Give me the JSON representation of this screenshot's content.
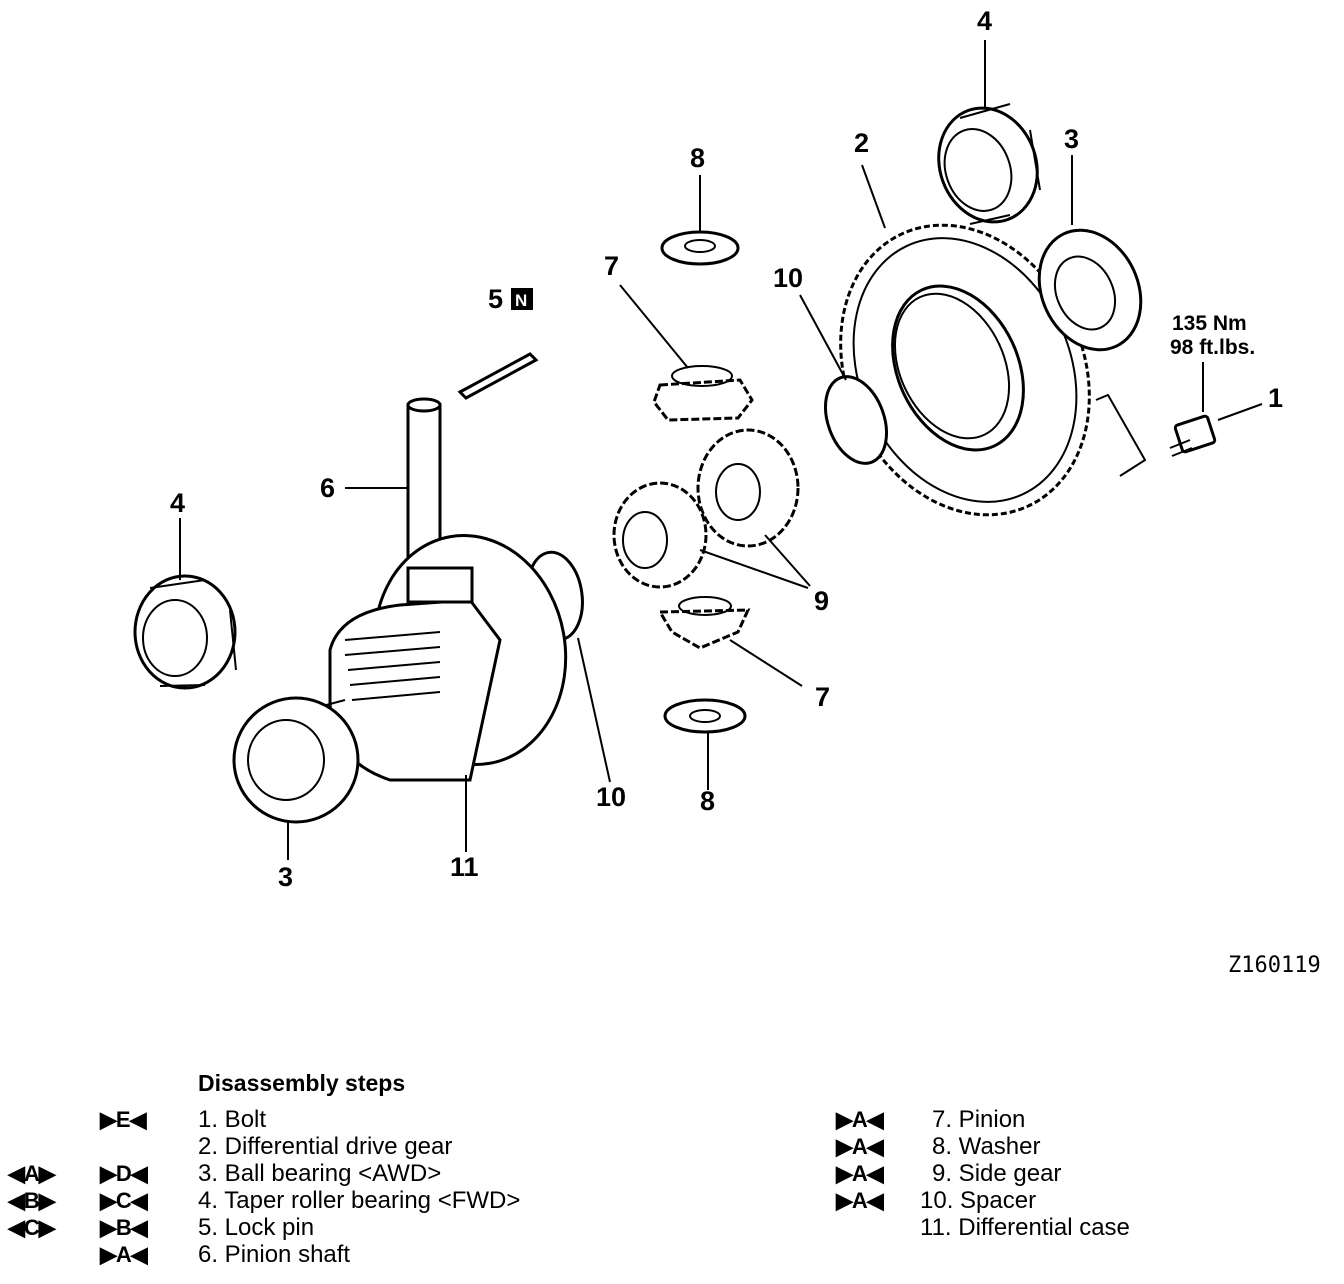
{
  "callouts": {
    "c1": "1",
    "c2": "2",
    "c3_top": "3",
    "c3_bottom": "3",
    "c4_top": "4",
    "c4_left": "4",
    "c5": "5",
    "c5_badge": "N",
    "c6": "6",
    "c7_top": "7",
    "c7_bottom": "7",
    "c8_top": "8",
    "c8_bottom": "8",
    "c9": "9",
    "c10_top": "10",
    "c10_bottom": "10",
    "c11": "11"
  },
  "torque": {
    "metric": "135 Nm",
    "imperial": "98 ft.lbs."
  },
  "figure_id": "Z160119",
  "legend": {
    "heading": "Disassembly steps",
    "left_items": [
      {
        "installation_mark": "",
        "removal_mark": "▶E◀",
        "text": "1. Bolt"
      },
      {
        "installation_mark": "",
        "removal_mark": "",
        "text": "2. Differential drive gear"
      },
      {
        "installation_mark": "◀A▶",
        "removal_mark": "▶D◀",
        "text": "3. Ball bearing <AWD>"
      },
      {
        "installation_mark": "◀B▶",
        "removal_mark": "▶C◀",
        "text": "4. Taper roller bearing <FWD>"
      },
      {
        "installation_mark": "◀C▶",
        "removal_mark": "▶B◀",
        "text": "5. Lock pin"
      },
      {
        "installation_mark": "",
        "removal_mark": "▶A◀",
        "text": "6. Pinion shaft"
      }
    ],
    "right_items": [
      {
        "removal_mark": "▶A◀",
        "text": "7. Pinion"
      },
      {
        "removal_mark": "▶A◀",
        "text": "8. Washer"
      },
      {
        "removal_mark": "▶A◀",
        "text": "9. Side gear"
      },
      {
        "removal_mark": "▶A◀",
        "text": "10. Spacer"
      },
      {
        "removal_mark": "",
        "text": "11. Differential case"
      }
    ]
  }
}
